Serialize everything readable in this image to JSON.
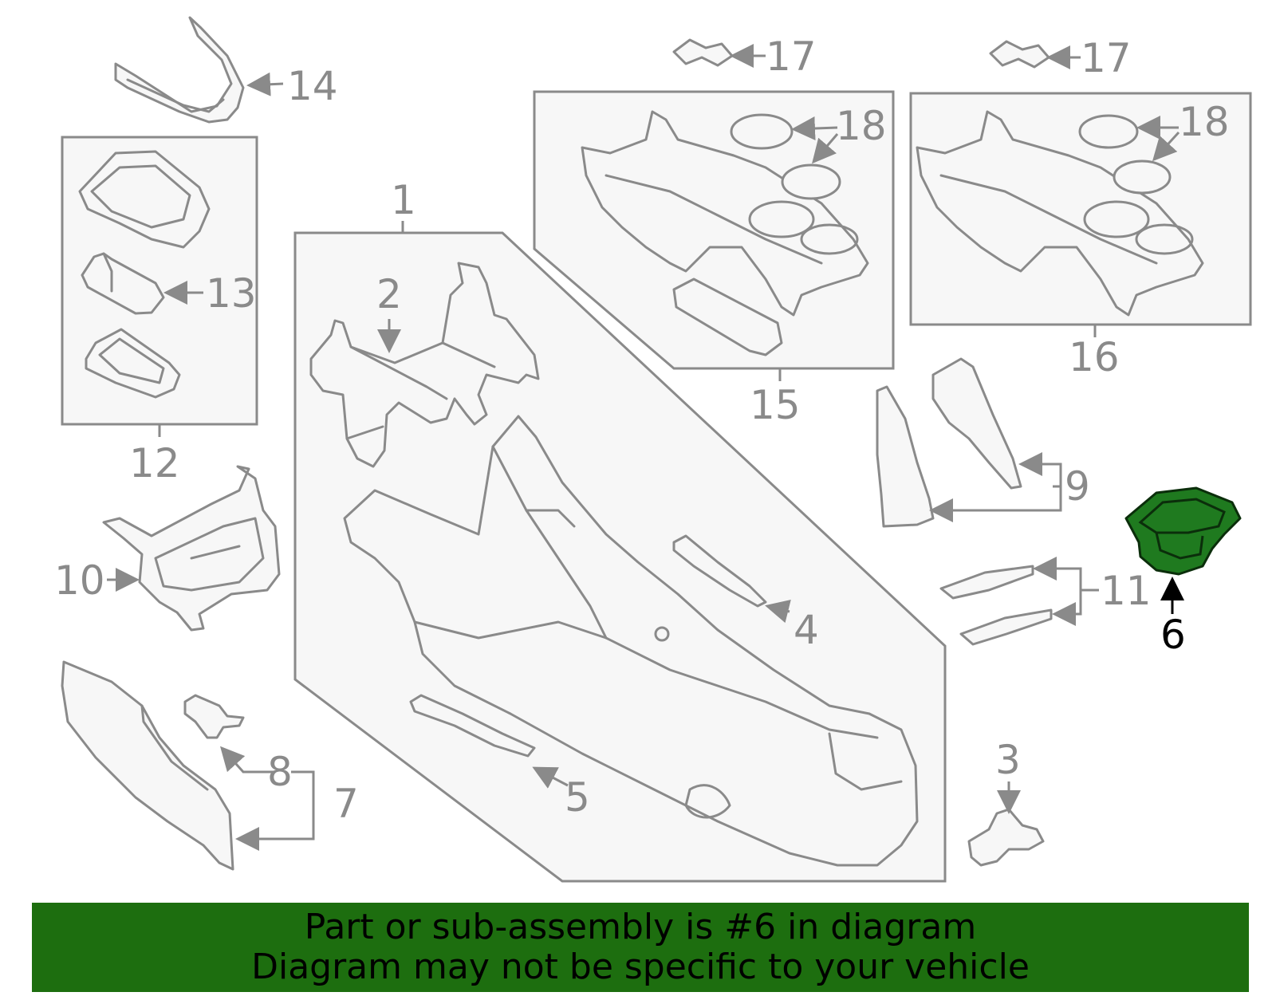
{
  "colors": {
    "line": "#8a8a8a",
    "highlight": "#1f7a1f",
    "banner": "#1d6e0f",
    "banner_text": "#000000"
  },
  "highlighted_part": "6",
  "callouts": {
    "c1": "1",
    "c2": "2",
    "c3": "3",
    "c4": "4",
    "c5": "5",
    "c6": "6",
    "c7": "7",
    "c8": "8",
    "c9": "9",
    "c10": "10",
    "c11": "11",
    "c12": "12",
    "c13": "13",
    "c14": "14",
    "c15": "15",
    "c16": "16",
    "c17a": "17",
    "c17b": "17",
    "c18a": "18",
    "c18b": "18"
  },
  "banner": {
    "line1": "Part or sub-assembly is #6 in diagram",
    "line2": "Diagram may not be specific to your vehicle"
  }
}
